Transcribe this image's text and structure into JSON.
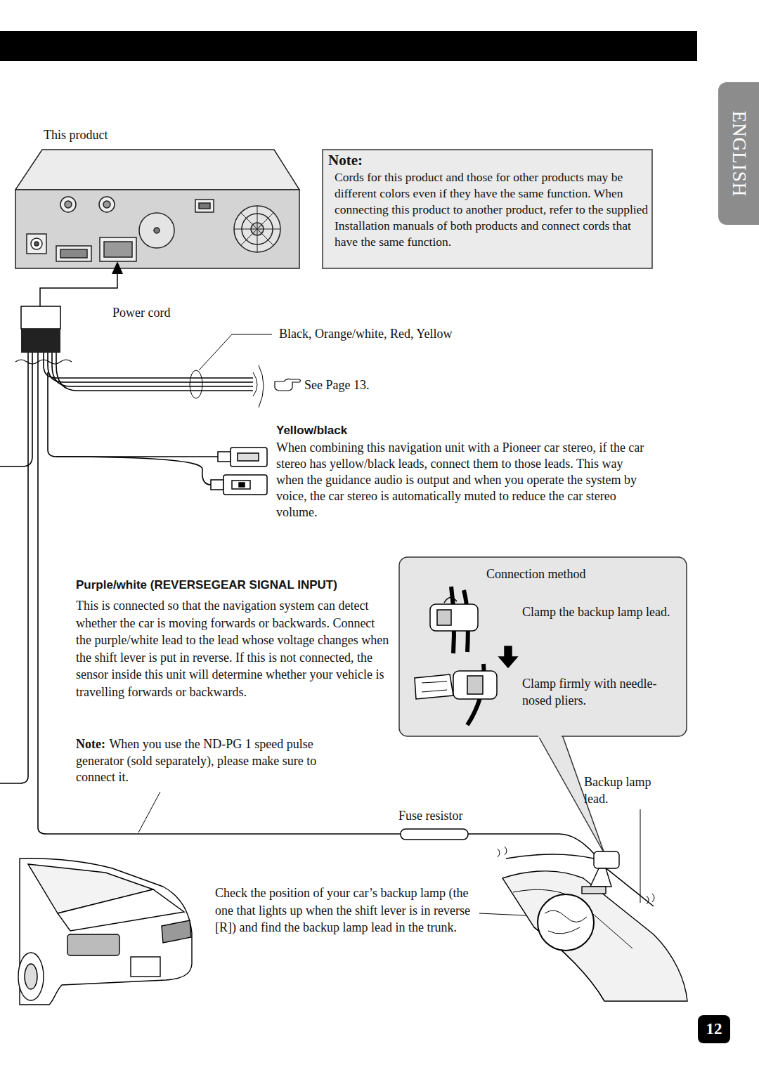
{
  "diagram": {
    "nodes": [
      {
        "text": [
          "This product"
        ]
      },
      {
        "text": [
          "Note:",
          "Cords for this product and those for other products may be different colors even if they have the same function. When connecting this product to another product, refer to the supplied Installation manuals of both products and connect cords that have the same function."
        ]
      },
      {
        "text": [
          "Connection method",
          "Clamp the backup lamp lead.",
          "Clamp firmly with needle-nosed pliers."
        ]
      },
      {
        "text": [
          "ENGLISH"
        ]
      },
      {
        "text": [
          "12"
        ]
      }
    ],
    "labels": [
      "Power cord",
      "Black, Orange/white, Red, Yellow",
      "See Page 13.",
      "Yellow/black",
      "When combining this navigation unit with a Pioneer car stereo, if the car stereo has yellow/black leads, connect them to those leads. This way when the guidance audio is output and when you operate the system by voice, the car stereo is automatically muted to reduce the car stereo volume.",
      "Purple/white (REVERSEGEAR SIGNAL INPUT)",
      "This is connected so that the navigation system can detect whether the car is moving forwards or backwards. Connect the purple/white lead to the lead whose voltage changes when the shift lever is put in reverse. If this is not connected, the sensor inside this unit will determine whether your vehicle is travelling forwards or backwards.",
      "Note:",
      "When you use the ND-PG 1 speed pulse generator (sold separately), please make sure to connect it.",
      "Fuse resistor",
      "Backup lamp lead.",
      "Check the position of your car’s backup lamp (the one that lights up when the shift lever is in reverse [R]) and find the backup lamp lead in the trunk."
    ]
  }
}
